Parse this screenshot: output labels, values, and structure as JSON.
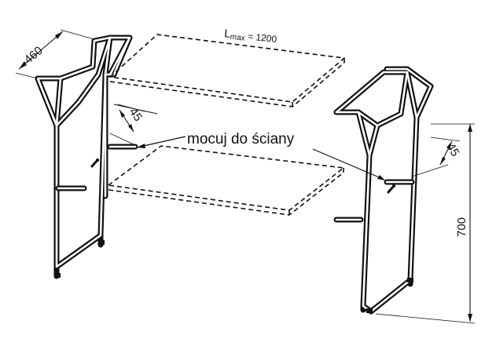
{
  "dimensions": {
    "depth": "460",
    "length": "L",
    "length_sub": "max",
    "length_value": " = 1200",
    "bracket_offset_left": "45",
    "bracket_offset_right": "45",
    "height": "700"
  },
  "callout": {
    "text": "mocuj do ściany"
  }
}
